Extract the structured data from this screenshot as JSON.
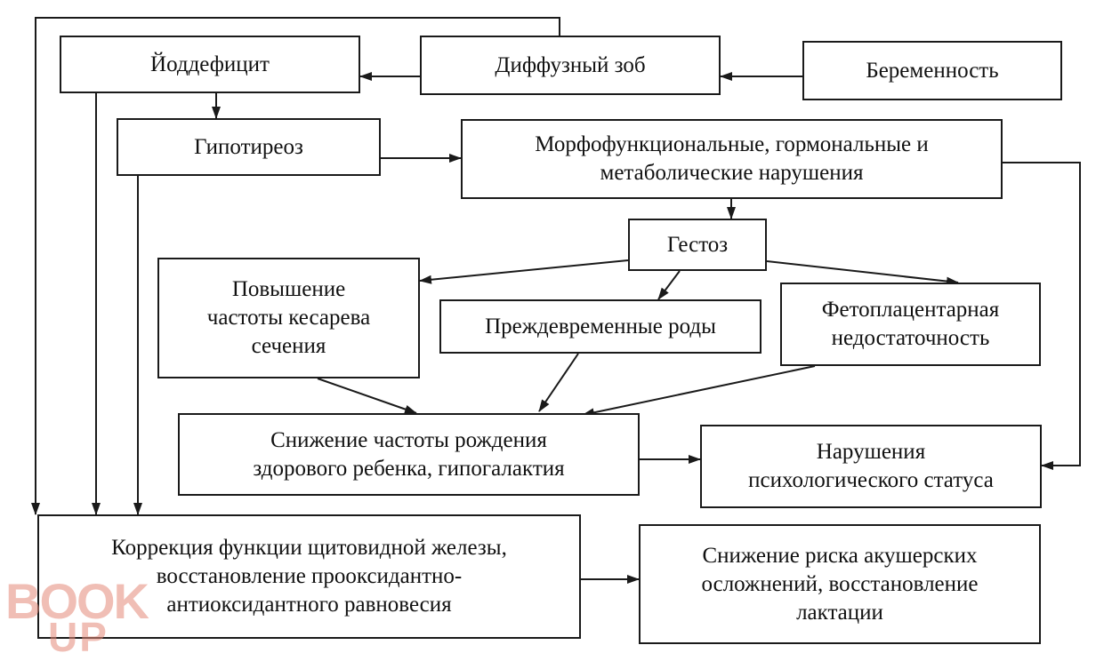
{
  "nodes": {
    "iodine": "Йоддефицит",
    "goiter": "Диффузный зоб",
    "pregnancy": "Беременность",
    "hypothyroid": "Гипотиреоз",
    "morpho": "Морфофункциональные, гормональные и\nметаболические нарушения",
    "gestosis": "Гестоз",
    "cesarean": "Повышение\nчастоты кесарева\nсечения",
    "preterm": "Преждевременные роды",
    "fetoplacental": "Фетоплацентарная\nнедостаточность",
    "healthy": "Снижение частоты рождения\nздорового ребенка, гипогалактия",
    "psych": "Нарушения\nпсихологического статуса",
    "correction": "Коррекция функции щитовидной железы,\nвосстановление прооксидантно-\nантиоксидантного равновесия",
    "risk": "Снижение риска акушерских\nосложнений, восстановление\nлактации"
  },
  "watermark": {
    "line1": "BOOK",
    "line2": "UP"
  }
}
